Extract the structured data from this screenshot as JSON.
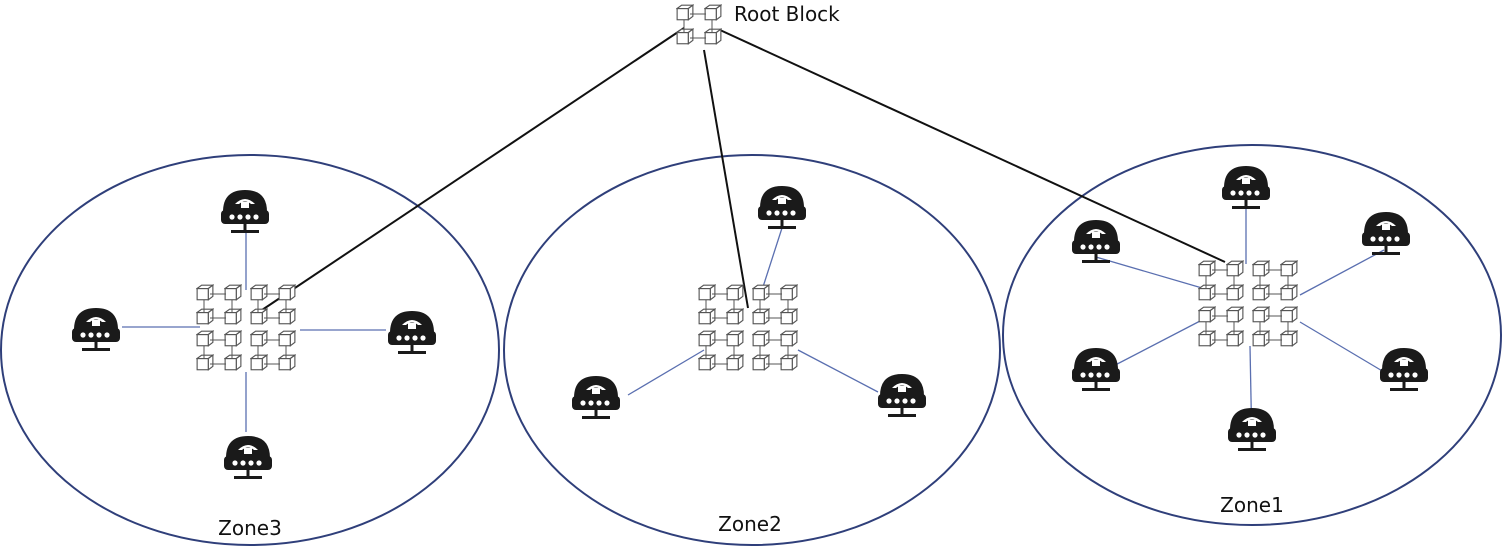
{
  "root": {
    "label": "Root Block"
  },
  "zones": [
    {
      "label": "Zone3",
      "node_count": 4
    },
    {
      "label": "Zone2",
      "node_count": 3
    },
    {
      "label": "Zone1",
      "node_count": 6
    }
  ],
  "colors": {
    "zone_outline": "#2f3f7a",
    "root_links": "#111111",
    "node_links": "#5a6fb0",
    "node_icon": "#1a1a1a"
  },
  "icons": {
    "node": "router-node-icon",
    "chain": "blockchain-cube-grid-icon"
  }
}
